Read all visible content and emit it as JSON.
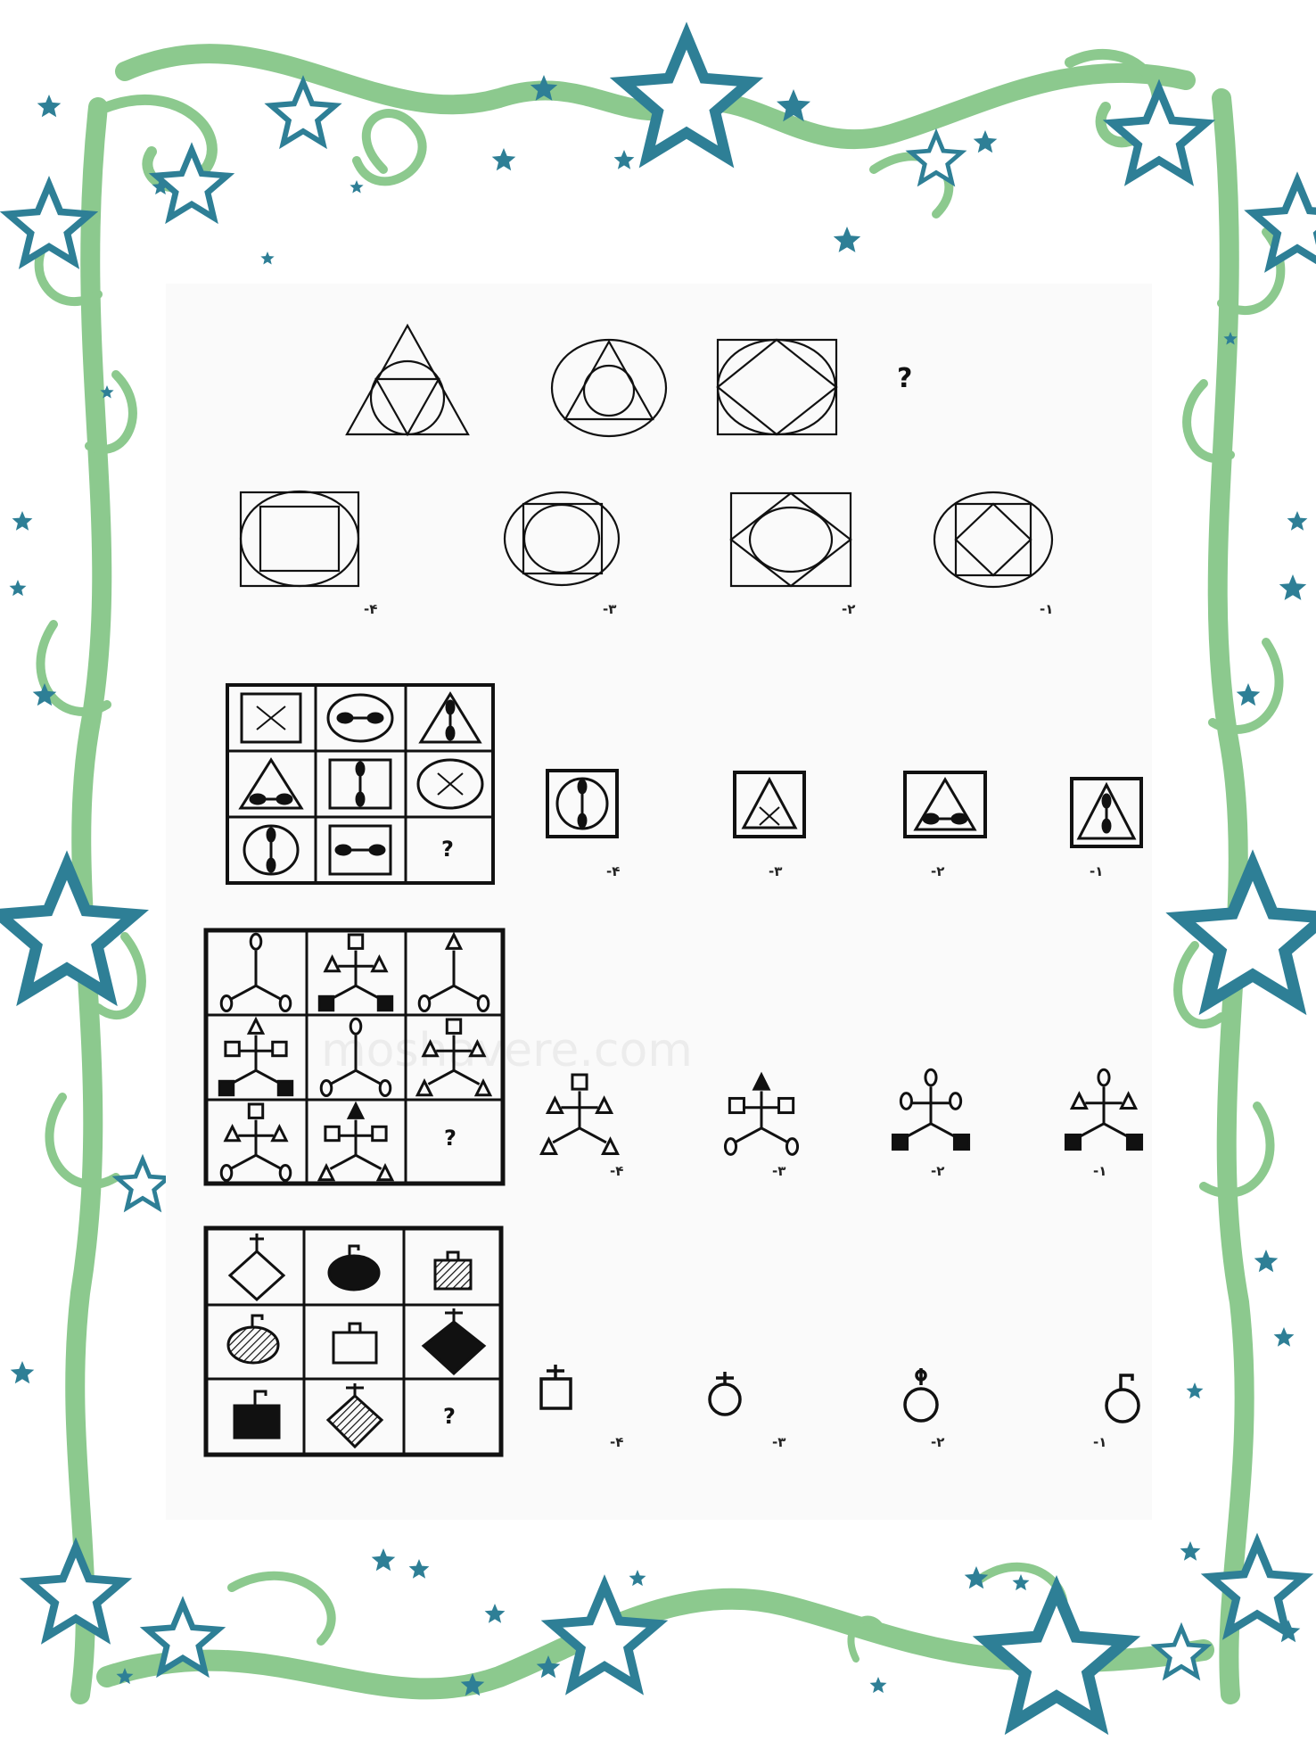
{
  "colors": {
    "vine": "#8cc98e",
    "star": "#2e7f96",
    "ink": "#111111"
  },
  "watermark": "moshavere.com",
  "question_mark": "?",
  "q1": {
    "options": [
      "-۱",
      "-۲",
      "-۳",
      "-۴"
    ]
  },
  "q2": {
    "options": [
      "-۱",
      "-۲",
      "-۳",
      "-۴"
    ]
  },
  "q3": {
    "options": [
      "-۱",
      "-۲",
      "-۳",
      "-۴"
    ]
  },
  "q4": {
    "options": [
      "-۱",
      "-۲",
      "-۳",
      "-۴"
    ]
  }
}
